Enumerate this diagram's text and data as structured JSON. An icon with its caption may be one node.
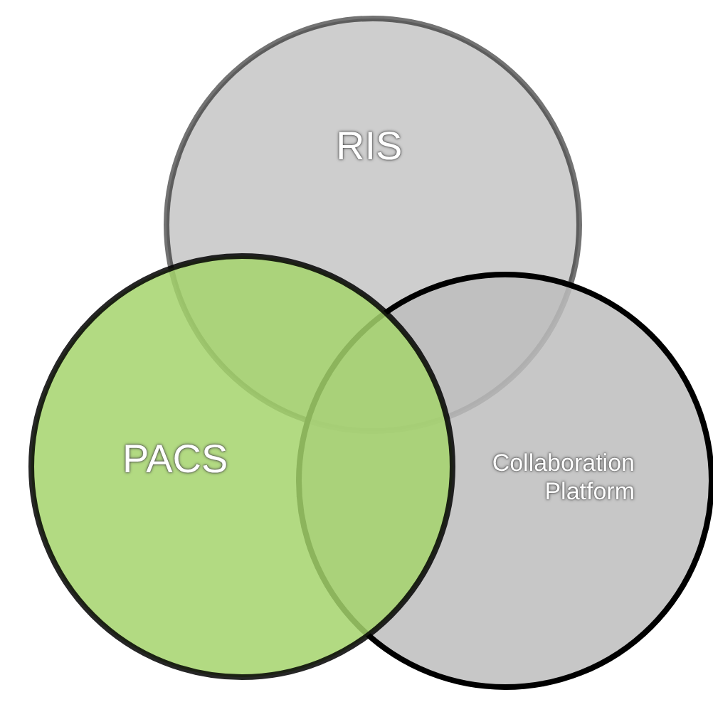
{
  "diagram": {
    "nodes": [
      {
        "text": [
          "RIS"
        ]
      },
      {
        "text": [
          "Collaboration Platform"
        ]
      },
      {
        "text": [
          "PACS"
        ]
      }
    ],
    "edges": []
  }
}
